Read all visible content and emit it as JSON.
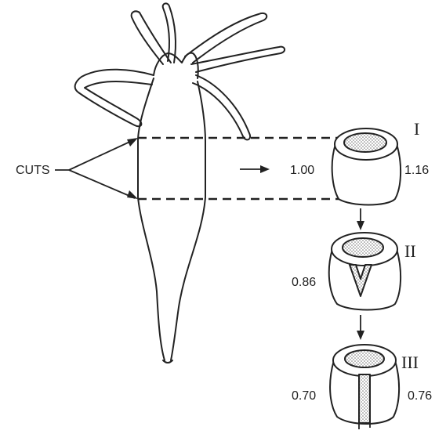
{
  "labels": {
    "cuts": "CUTS",
    "stage_1": "I",
    "stage_2": "II",
    "stage_3": "III"
  },
  "values": {
    "ring_1_left": "1.00",
    "ring_1_right": "1.16",
    "ring_2_left": "0.86",
    "ring_3_left": "0.70",
    "ring_3_right": "0.76"
  },
  "colors": {
    "ink": "#222222",
    "stipple": "#9a9a9a"
  }
}
